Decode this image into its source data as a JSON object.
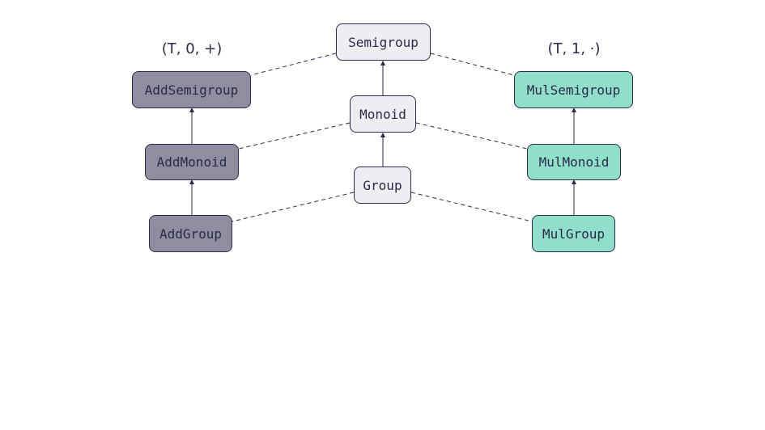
{
  "headings": {
    "additive": "(T, 0, +)",
    "multiplicative": "(T, 1, ·)"
  },
  "nodes": {
    "semigroup": "Semigroup",
    "monoid": "Monoid",
    "group": "Group",
    "add_semigroup": "AddSemigroup",
    "add_monoid": "AddMonoid",
    "add_group": "AddGroup",
    "mul_semigroup": "MulSemigroup",
    "mul_monoid": "MulMonoid",
    "mul_group": "MulGroup"
  },
  "colors": {
    "center_fill": "#ededf2",
    "additive_fill": "#8e8ea0",
    "multiplicative_fill": "#8fdfcb",
    "stroke": "#2c2a4a"
  }
}
